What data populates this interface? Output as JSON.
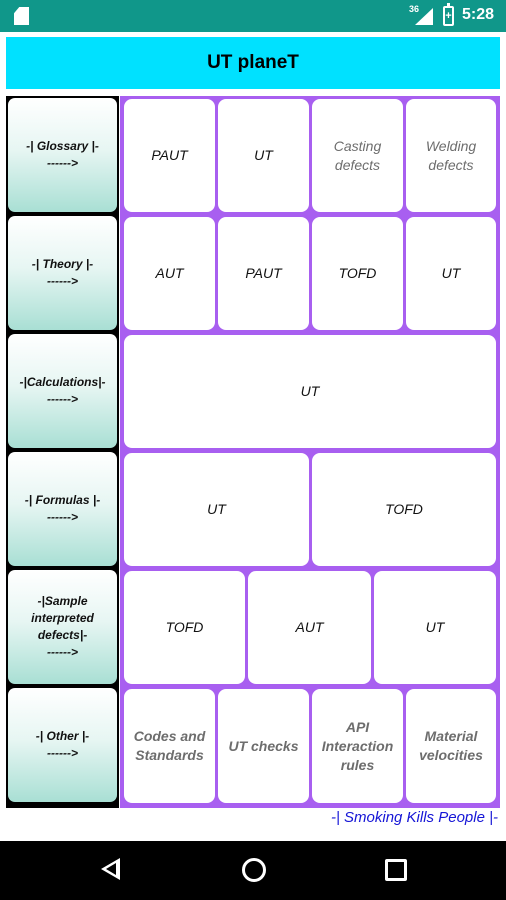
{
  "status_bar": {
    "network": "36",
    "time": "5:28"
  },
  "app": {
    "title": "UT planeT"
  },
  "sidebar": {
    "items": [
      {
        "lines": [
          "-| Glossary |-",
          "------>"
        ]
      },
      {
        "lines": [
          "-| Theory |-",
          "------>"
        ]
      },
      {
        "lines": [
          "-|Calculations|-",
          "------>"
        ]
      },
      {
        "lines": [
          "-| Formulas |-",
          "------>"
        ]
      },
      {
        "lines": [
          "-|Sample",
          "interpreted",
          "defects|-",
          "------>"
        ]
      },
      {
        "lines": [
          "-| Other |-",
          "------>"
        ]
      }
    ]
  },
  "grid": {
    "rows": [
      {
        "cells": [
          "PAUT",
          "UT",
          "Casting defects",
          "Welding defects"
        ]
      },
      {
        "cells": [
          "AUT",
          "PAUT",
          "TOFD",
          "UT"
        ]
      },
      {
        "cells": [
          "UT"
        ]
      },
      {
        "cells": [
          "UT",
          "TOFD"
        ]
      },
      {
        "cells": [
          "TOFD",
          "AUT",
          "UT"
        ]
      },
      {
        "cells": [
          "Codes and Standards",
          "UT checks",
          "API Interaction rules",
          "Material velocities"
        ]
      }
    ]
  },
  "footer": {
    "text": "-| Smoking Kills People |-"
  }
}
